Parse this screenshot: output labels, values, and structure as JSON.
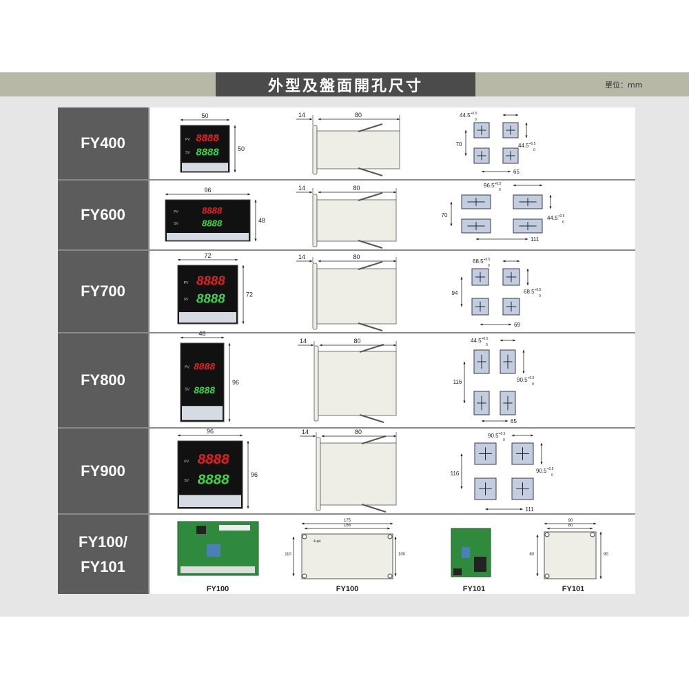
{
  "header": {
    "title": "外型及盤面開孔尺寸",
    "unit": "單位：mm"
  },
  "rows": [
    {
      "model": "FY400",
      "front": {
        "width": "50",
        "height": "50",
        "pv": "8888",
        "sv": "8888"
      },
      "side": {
        "panel": "14",
        "depth": "80"
      },
      "cutout": {
        "top": "44.5",
        "right": "44.5",
        "left": "70",
        "bottom": "65",
        "tol_plus": "+0.5",
        "tol_minus": "0"
      }
    },
    {
      "model": "FY600",
      "front": {
        "width": "96",
        "height": "48",
        "pv": "8888",
        "sv": "8888"
      },
      "side": {
        "panel": "14",
        "depth": "80"
      },
      "cutout": {
        "top": "96.5",
        "right": "44.5",
        "left": "70",
        "bottom": "111",
        "tol_plus": "+0.5",
        "tol_minus": "0"
      }
    },
    {
      "model": "FY700",
      "front": {
        "width": "72",
        "height": "72",
        "pv": "8888",
        "sv": "8888"
      },
      "side": {
        "panel": "14",
        "depth": "80"
      },
      "cutout": {
        "top": "68.5",
        "right": "68.5",
        "left": "94",
        "bottom": "69",
        "tol_plus": "+0.5",
        "tol_minus": "0"
      }
    },
    {
      "model": "FY800",
      "front": {
        "width": "48",
        "height": "96",
        "pv": "8888",
        "sv": "8888"
      },
      "side": {
        "panel": "14",
        "depth": "80"
      },
      "cutout": {
        "top": "44.5",
        "right": "90.5",
        "left": "116",
        "bottom": "65",
        "tol_plus": "+0.5",
        "tol_minus": "0"
      }
    },
    {
      "model": "FY900",
      "front": {
        "width": "96",
        "height": "96",
        "pv": "8888",
        "sv": "8888"
      },
      "side": {
        "panel": "14",
        "depth": "80"
      },
      "cutout": {
        "top": "90.5",
        "right": "90.5",
        "left": "116",
        "bottom": "111",
        "tol_plus": "+0.5",
        "tol_minus": "0"
      }
    }
  ],
  "board_row": {
    "model_line1": "FY100/",
    "model_line2": "FY101",
    "fy100_photo_label": "FY100",
    "fy100_drawing": {
      "label": "FY100",
      "outer_width": "175",
      "hole_width": "166",
      "outer_height": "110",
      "hole_height": "100",
      "hole_note": "4-φ4"
    },
    "fy101_photo_label": "FY101",
    "fy101_drawing": {
      "label": "FY101",
      "outer_width": "90",
      "hole_width": "80",
      "hole_height": "80",
      "outer_height": "90"
    }
  },
  "colors": {
    "header_band": "#b8b8a6",
    "title_block": "#4b4b4b",
    "model_cell": "#5c5c5c",
    "cutout_fill": "#c3cde0",
    "pcb_green": "#2f8a3e"
  }
}
